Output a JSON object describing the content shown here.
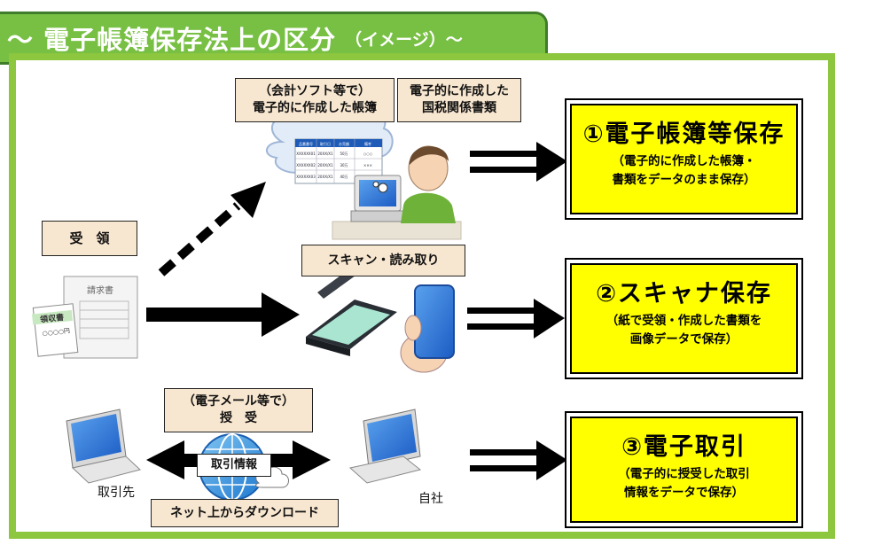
{
  "header": {
    "title": "～ 電子帳簿保存法上の区分",
    "subtitle": "（イメージ）～"
  },
  "labels": {
    "accounting_software": "（会計ソフト等で）\n電子的に作成した帳簿",
    "tax_documents": "電子的に作成した\n国税関係書類",
    "received": "受　領",
    "scan": "スキャン・読み取り",
    "email_exchange": "（電子メール等で）\n授　受",
    "transaction_info": "取引情報",
    "download": "ネット上からダウンロード",
    "partner": "取引先",
    "own_company": "自社"
  },
  "categories": [
    {
      "title": "①電子帳簿等保存",
      "desc": "（電子的に作成した帳簿・\n書類をデータのまま保存）"
    },
    {
      "title": "②スキャナ保存",
      "desc": "（紙で受領・作成した書類を\n画像データで保存）"
    },
    {
      "title": "③電子取引",
      "desc": "（電子的に授受した取引\n情報をデータで保存）"
    }
  ],
  "illustrations": {
    "invoice_heading": "請求書",
    "receipt_heading": "領収書",
    "receipt_amount": "○○○○円"
  },
  "table": {
    "headers": [
      "品番番号",
      "取引日",
      "お売額",
      "備考"
    ],
    "rows": [
      [
        "XXXXXX01",
        "20XX/X1",
        "50万",
        "○○○"
      ],
      [
        "XXXXXX02",
        "20XX/X1",
        "30万",
        "×××"
      ],
      [
        "XXXXXX03",
        "20XX/X1",
        "40万",
        "△△△"
      ]
    ]
  },
  "colors": {
    "title_green": "#77c043",
    "frame_green": "#8dc63f",
    "label_beige": "#f8e7d0",
    "category_yellow": "#ffff00",
    "monitor_blue": "#2f6fd6"
  }
}
